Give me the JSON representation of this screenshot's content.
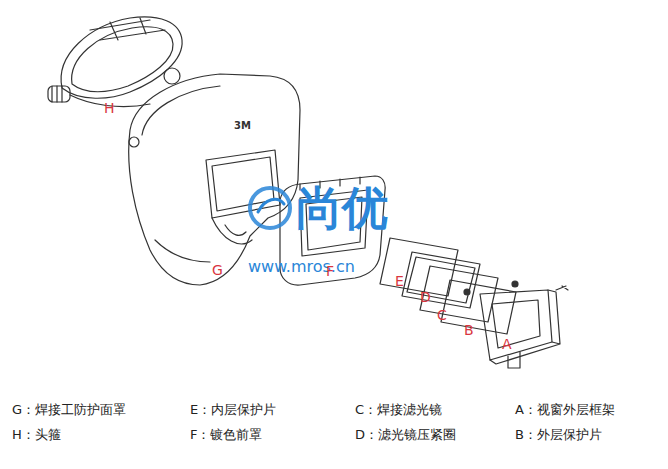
{
  "diagram": {
    "labels": [
      "H",
      "3M",
      "尚优",
      "www.mros.cn",
      "G",
      "F",
      "E",
      "D",
      "C",
      "B",
      "A",
      "A：视窗外层框架",
      "B：外层保护片",
      "C：焊接滤光镜",
      "D：滤光镜压紧圈",
      "E：内层保护片",
      "F：镀色前罩",
      "G：焊接工防护面罩",
      "H：头箍"
    ]
  }
}
